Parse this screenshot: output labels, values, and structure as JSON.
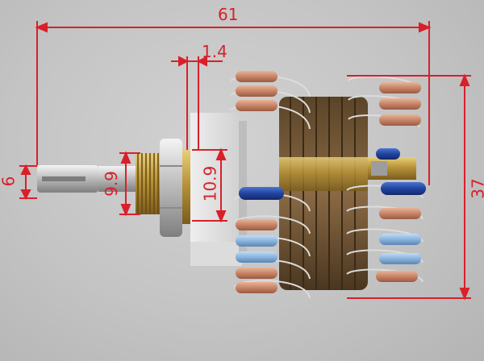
{
  "photo": {
    "subject": "rotary-switch-with-resistor-ladder",
    "background_color": "#c8c8c8",
    "dimension_color": "#d8202a"
  },
  "dimensions": {
    "total_length": "61",
    "flange_offset": "1.4",
    "height": "37",
    "shaft_diameter": "6",
    "thread_diameter": "9.9",
    "bushing_diameter": "10.9"
  },
  "resistor_colors": {
    "tan": "#d49478",
    "blue": "#8fb7dd",
    "dark_blue": "#2248a0"
  }
}
